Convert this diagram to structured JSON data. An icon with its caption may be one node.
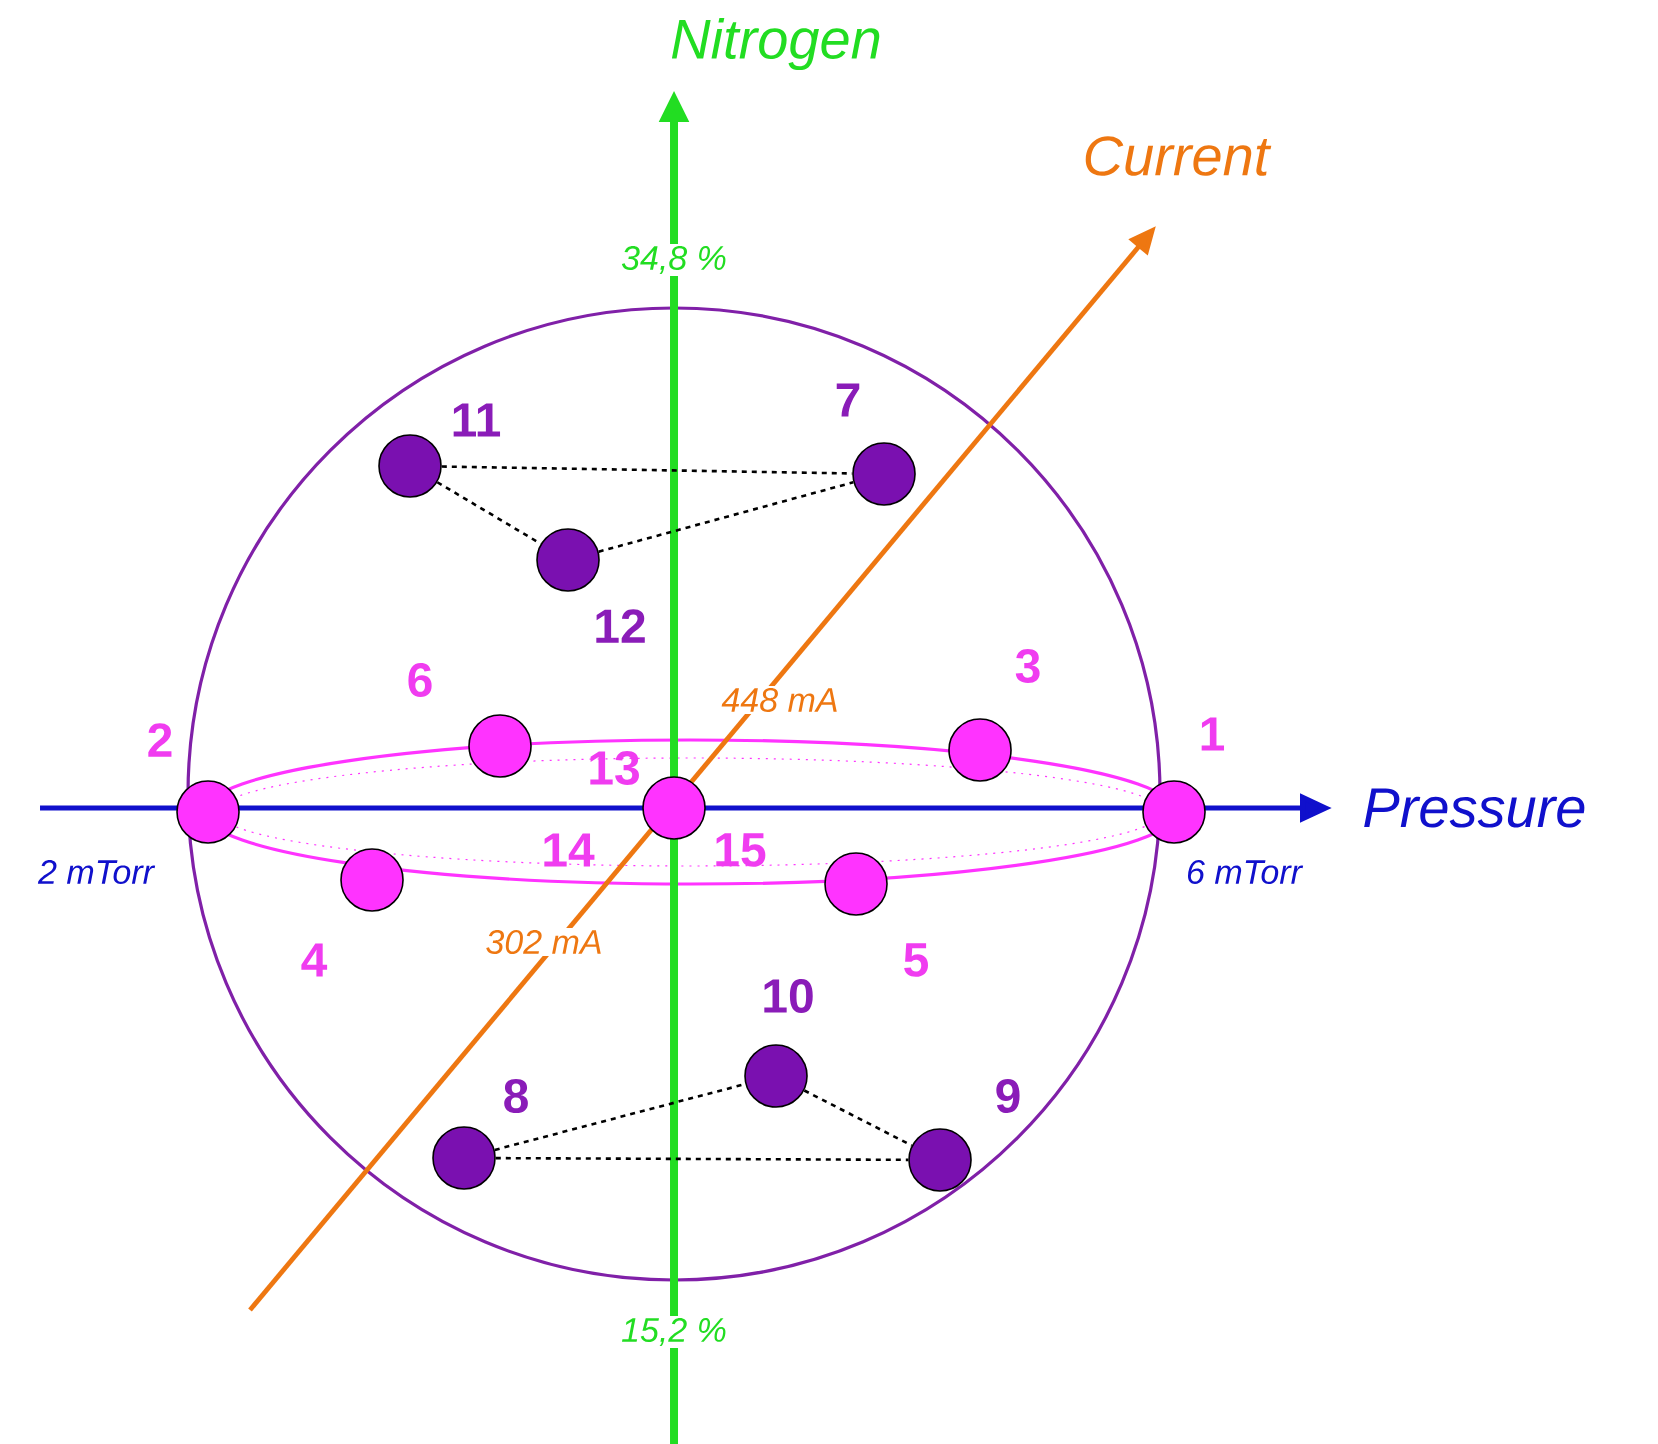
{
  "diagram": {
    "nodes": [
      {
        "text": [],
        "shape": "circle",
        "beside": [
          "11"
        ]
      },
      {
        "text": [],
        "shape": "circle",
        "beside": [
          "7"
        ]
      },
      {
        "text": [],
        "shape": "circle",
        "beside": [
          "12"
        ]
      },
      {
        "text": [],
        "shape": "circle",
        "beside": [
          "6"
        ]
      },
      {
        "text": [],
        "shape": "circle",
        "beside": [
          "3"
        ]
      },
      {
        "text": [],
        "shape": "circle",
        "beside": [
          "2"
        ]
      },
      {
        "text": [],
        "shape": "circle",
        "beside": [
          "13",
          "14",
          "15"
        ]
      },
      {
        "text": [],
        "shape": "circle",
        "beside": [
          "1"
        ]
      },
      {
        "text": [],
        "shape": "circle",
        "beside": [
          "4"
        ]
      },
      {
        "text": [],
        "shape": "circle",
        "beside": [
          "5"
        ]
      },
      {
        "text": [],
        "shape": "circle",
        "beside": [
          "10"
        ]
      },
      {
        "text": [],
        "shape": "circle",
        "beside": [
          "8"
        ]
      },
      {
        "text": [],
        "shape": "circle",
        "beside": [
          "9"
        ]
      }
    ],
    "edges": [
      {
        "from": 0,
        "to": 1,
        "arrow": "none",
        "style": "dashed"
      },
      {
        "from": 0,
        "to": 2,
        "arrow": "none",
        "style": "dashed"
      },
      {
        "from": 2,
        "to": 1,
        "arrow": "none",
        "style": "dashed"
      },
      {
        "from": 11,
        "to": 12,
        "arrow": "none",
        "style": "dashed"
      },
      {
        "from": 11,
        "to": 10,
        "arrow": "none",
        "style": "dashed"
      },
      {
        "from": 10,
        "to": 12,
        "arrow": "none",
        "style": "dashed"
      }
    ],
    "labels": [
      "Nitrogen",
      "Current",
      "34,8 %",
      "448 mA",
      "Pressure",
      "2 mTorr",
      "6 mTorr",
      "302 mA",
      "15,2 %"
    ]
  }
}
